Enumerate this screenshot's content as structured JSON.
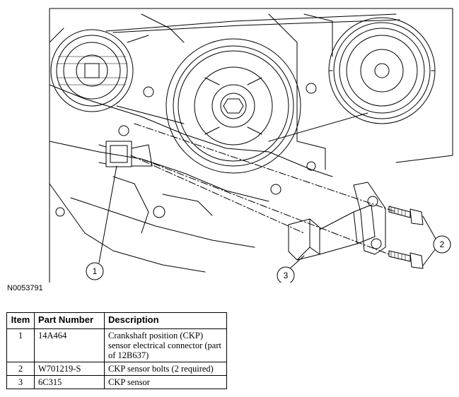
{
  "figure": {
    "id": "N0053791",
    "callouts": [
      "1",
      "2",
      "3"
    ]
  },
  "table": {
    "headers": [
      "Item",
      "Part Number",
      "Description"
    ],
    "rows": [
      {
        "item": "1",
        "part_number": "14A464",
        "description": "Crankshaft position (CKP) sensor electrical connector (part of 12B637)"
      },
      {
        "item": "2",
        "part_number": "W701219-S",
        "description": "CKP sensor bolts (2 required)"
      },
      {
        "item": "3",
        "part_number": "6C315",
        "description": "CKP sensor"
      }
    ]
  }
}
